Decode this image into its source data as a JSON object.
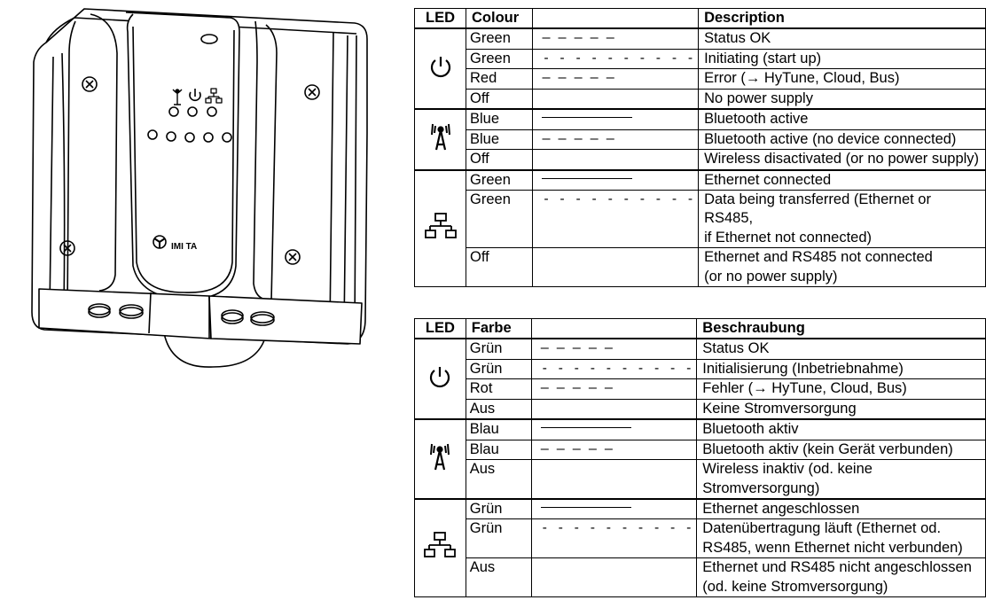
{
  "device": {
    "brand_text": "IMI TA",
    "led_icons": [
      "bluetooth-antenna-icon",
      "power-icon",
      "network-icon"
    ]
  },
  "patterns": {
    "long_dash": "– – – – –",
    "short_dash": "- - - - - - - - - -",
    "solid_line": ""
  },
  "tables": [
    {
      "header": {
        "led": "LED",
        "colour": "Colour",
        "pattern": "",
        "description": "Description"
      },
      "groups": [
        {
          "icon": "power-icon",
          "rows": [
            {
              "colour": "Green",
              "pattern": "long_dash",
              "description": "Status OK"
            },
            {
              "colour": "Green",
              "pattern": "short_dash",
              "description": "Initiating (start up)"
            },
            {
              "colour": "Red",
              "pattern": "long_dash",
              "description": "Error (→  HyTune, Cloud, Bus)"
            },
            {
              "colour": "Off",
              "pattern": "",
              "description": "No power supply"
            }
          ]
        },
        {
          "icon": "wireless-antenna-icon",
          "rows": [
            {
              "colour": "Blue",
              "pattern": "solid",
              "description": "Bluetooth active"
            },
            {
              "colour": "Blue",
              "pattern": "long_dash",
              "description": "Bluetooth active (no device connected)"
            },
            {
              "colour": "Off",
              "pattern": "",
              "description": "Wireless disactivated (or no power supply)"
            }
          ]
        },
        {
          "icon": "ethernet-network-icon",
          "rows": [
            {
              "colour": "Green",
              "pattern": "solid",
              "description": "Ethernet connected"
            },
            {
              "colour": "Green",
              "pattern": "short_dash",
              "description": "Data being transferred (Ethernet or RS485,\nif Ethernet not connected)"
            },
            {
              "colour": "Off",
              "pattern": "",
              "description": "Ethernet and RS485 not connected\n(or no power supply)"
            }
          ]
        }
      ]
    },
    {
      "header": {
        "led": "LED",
        "colour": "Farbe",
        "pattern": "",
        "description": "Beschraubung"
      },
      "groups": [
        {
          "icon": "power-icon",
          "rows": [
            {
              "colour": "Grün",
              "pattern": "long_dash",
              "description": "Status OK"
            },
            {
              "colour": "Grün",
              "pattern": "short_dash",
              "description": "Initialisierung (Inbetriebnahme)"
            },
            {
              "colour": "Rot",
              "pattern": "long_dash",
              "description": "Fehler (→  HyTune, Cloud, Bus)"
            },
            {
              "colour": "Aus",
              "pattern": "",
              "description": "Keine Stromversorgung"
            }
          ]
        },
        {
          "icon": "wireless-antenna-icon",
          "rows": [
            {
              "colour": "Blau",
              "pattern": "solid",
              "description": "Bluetooth aktiv"
            },
            {
              "colour": "Blau",
              "pattern": "long_dash",
              "description": "Bluetooth aktiv (kein Gerät verbunden)"
            },
            {
              "colour": "Aus",
              "pattern": "",
              "description": "Wireless inaktiv (od. keine Stromversorgung)"
            }
          ]
        },
        {
          "icon": "ethernet-network-icon",
          "rows": [
            {
              "colour": "Grün",
              "pattern": "solid",
              "description": "Ethernet angeschlossen"
            },
            {
              "colour": "Grün",
              "pattern": "short_dash",
              "description": "Datenübertragung läuft (Ethernet od.\nRS485, wenn Ethernet nicht verbunden)"
            },
            {
              "colour": "Aus",
              "pattern": "",
              "description": "Ethernet und RS485 nicht angeschlossen\n(od. keine Stromversorgung)"
            }
          ]
        }
      ]
    }
  ]
}
